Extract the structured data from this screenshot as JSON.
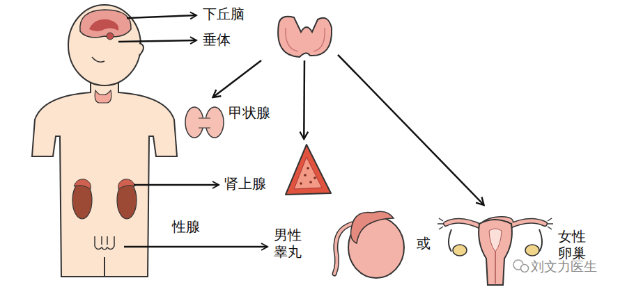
{
  "diagram": {
    "nodes": [
      {
        "text": [
          "下丘脑",
          "垂体"
        ]
      },
      {
        "text": [
          "甲状腺"
        ]
      },
      {
        "text": [
          "肾上腺"
        ]
      },
      {
        "text": [
          "男性 睾丸"
        ]
      },
      {
        "text": [
          "女性 卵巢"
        ]
      }
    ],
    "edges": [
      {
        "from": 0,
        "to": 1,
        "arrow": "to"
      },
      {
        "from": 0,
        "to": 2,
        "arrow": "to"
      },
      {
        "from": 0,
        "to": 4,
        "arrow": "to"
      }
    ],
    "labels": [
      "性腺",
      "或",
      "刘文力医生"
    ]
  }
}
